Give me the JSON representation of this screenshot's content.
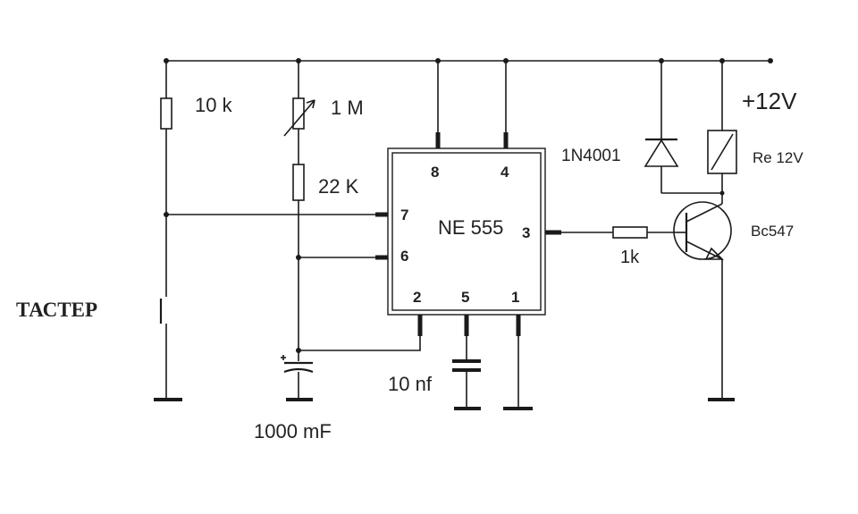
{
  "labels": {
    "r_10k": "10 k",
    "pot_1m": "1 M",
    "r_22k": "22 K",
    "supply": "+12V",
    "diode": "1N4001",
    "relay": "Re 12V",
    "transistor": "Bc547",
    "r_1k": "1k",
    "ic": "NE 555",
    "c_timing": "1000 mF",
    "c_ctrl": "10 nf",
    "button": "ТАСТЕР"
  },
  "ic_pins": {
    "p8": "8",
    "p4": "4",
    "p7": "7",
    "p6": "6",
    "p3": "3",
    "p2": "2",
    "p5": "5",
    "p1": "1"
  }
}
